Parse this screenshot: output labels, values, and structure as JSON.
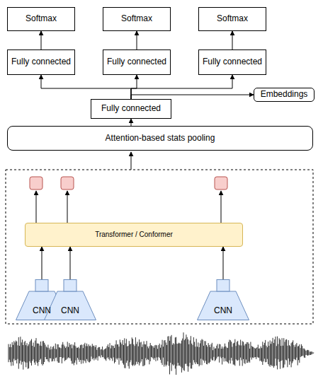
{
  "diagram": {
    "nodes": [
      {
        "text": [
          "Softmax"
        ]
      },
      {
        "text": [
          "Softmax"
        ]
      },
      {
        "text": [
          "Softmax"
        ]
      },
      {
        "text": [
          "Fully connected"
        ]
      },
      {
        "text": [
          "Fully connected"
        ]
      },
      {
        "text": [
          "Fully connected"
        ]
      },
      {
        "text": [
          "Embeddings"
        ]
      },
      {
        "text": [
          "Fully connected"
        ]
      },
      {
        "text": [
          "Attention-based stats pooling"
        ]
      },
      {
        "text": [
          "Transformer / Conformer"
        ]
      },
      {
        "text": [
          "CNN"
        ]
      },
      {
        "text": [
          "CNN"
        ]
      },
      {
        "text": [
          "CNN"
        ]
      }
    ],
    "edges": [
      {
        "from": 10,
        "to": 9,
        "arrow": "to"
      },
      {
        "from": 11,
        "to": 9,
        "arrow": "to"
      },
      {
        "from": 12,
        "to": 9,
        "arrow": "to"
      },
      {
        "from": 8,
        "to": 7,
        "arrow": "to"
      },
      {
        "from": 7,
        "to": 3,
        "arrow": "to"
      },
      {
        "from": 7,
        "to": 4,
        "arrow": "to"
      },
      {
        "from": 7,
        "to": 5,
        "arrow": "to"
      },
      {
        "from": 7,
        "to": 6,
        "arrow": "to"
      },
      {
        "from": 3,
        "to": 0,
        "arrow": "to"
      },
      {
        "from": 4,
        "to": 1,
        "arrow": "to"
      },
      {
        "from": 5,
        "to": 2,
        "arrow": "to"
      }
    ]
  }
}
